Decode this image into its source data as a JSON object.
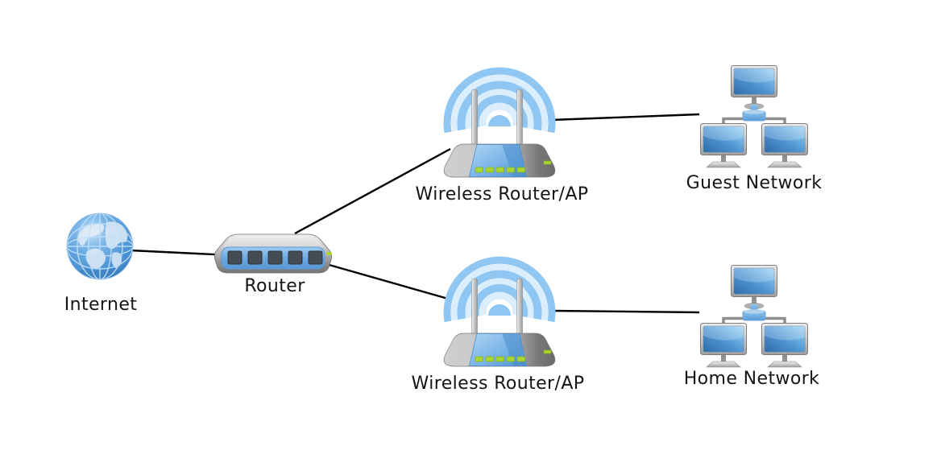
{
  "diagram": {
    "nodes": [
      {
        "id": "internet",
        "type": "internet-globe",
        "label": "Internet"
      },
      {
        "id": "router",
        "type": "wired-router",
        "label": "Router"
      },
      {
        "id": "wireless-ap-top",
        "type": "wireless-router-ap",
        "label": "Wireless Router/AP"
      },
      {
        "id": "guest-network",
        "type": "computer-group",
        "label": "Guest Network"
      },
      {
        "id": "wireless-ap-bottom",
        "type": "wireless-router-ap",
        "label": "Wireless Router/AP"
      },
      {
        "id": "home-network",
        "type": "computer-group",
        "label": "Home Network"
      }
    ],
    "edges": [
      {
        "from": "internet",
        "to": "router"
      },
      {
        "from": "router",
        "to": "wireless-ap-top"
      },
      {
        "from": "router",
        "to": "wireless-ap-bottom"
      },
      {
        "from": "wireless-ap-top",
        "to": "guest-network"
      },
      {
        "from": "wireless-ap-bottom",
        "to": "home-network"
      }
    ],
    "colors": {
      "background": "#ffffff",
      "connection_line": "#000000",
      "wifi_arc_blue": "#8fc6f2",
      "wifi_arc_light": "#dbeefd",
      "device_panel_blue": "#6ba9e0",
      "screen_blue": "#4e94d2",
      "led_green": "#a8d62f",
      "device_gray": "#9b9b9b",
      "label_text": "#141414"
    }
  }
}
